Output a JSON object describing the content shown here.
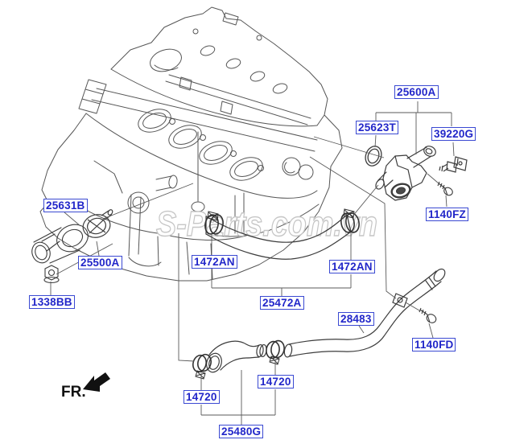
{
  "watermark": {
    "text": "S-Parts.com.vn"
  },
  "direction": {
    "label": "FR."
  },
  "labels": {
    "l25600a": "25600A",
    "l25623t": "25623T",
    "l39220g": "39220G",
    "l1140fz": "1140FZ",
    "l25631b": "25631B",
    "l25500a": "25500A",
    "l1338bb": "1338BB",
    "l1472an": "1472AN",
    "l25472a": "25472A",
    "l28483": "28483",
    "l1140fd": "1140FD",
    "l14720": "14720",
    "l25480g": "25480G"
  },
  "colors": {
    "label_text": "#2126c9",
    "label_border": "#3a49d2",
    "drawing_line": "#4f4f4f",
    "watermark_gray": "#c6c6c6",
    "arrow_black": "#111111"
  }
}
